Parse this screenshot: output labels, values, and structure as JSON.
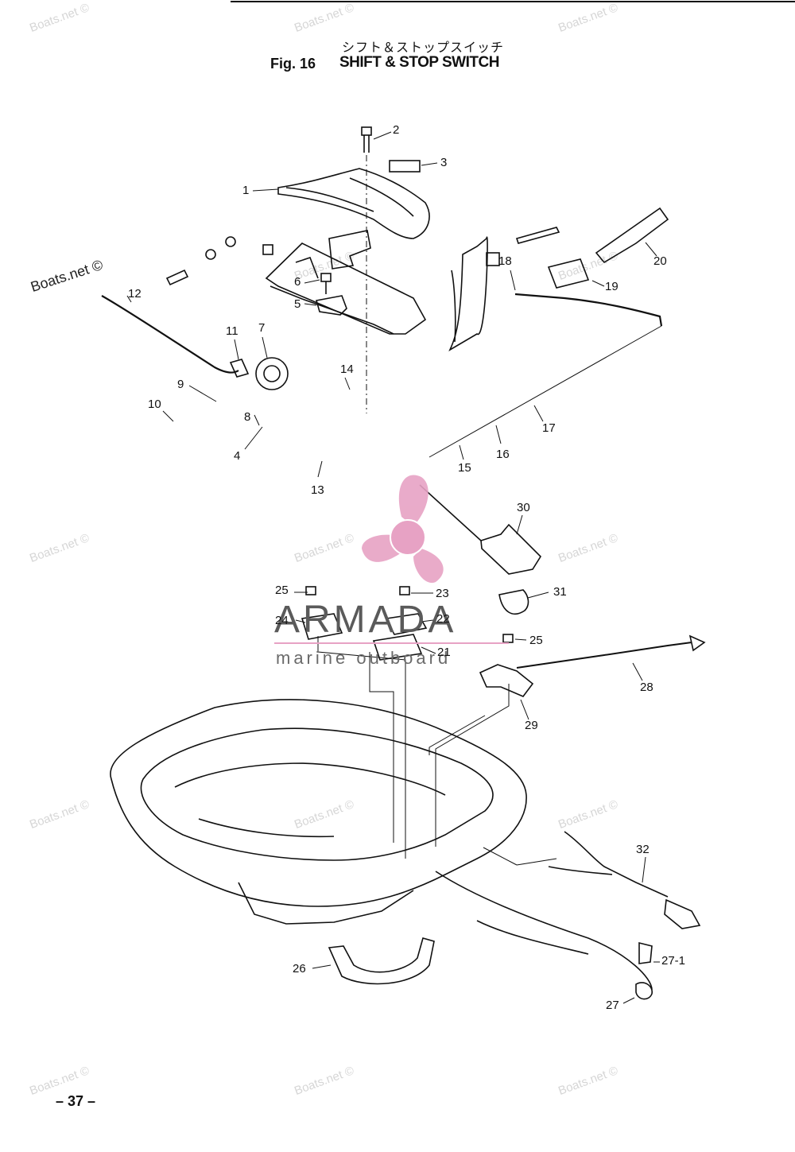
{
  "header": {
    "title_jp": "シフト＆ストップスイッチ",
    "fig_label": "Fig. 16",
    "fig_title": "SHIFT & STOP SWITCH"
  },
  "watermarks": {
    "text": "Boats.net ©",
    "color": "#d6d6d6"
  },
  "logo": {
    "brand": "ARMADA",
    "subtitle": "marine outboard",
    "accent_color": "#e7a2c4"
  },
  "callouts": {
    "c1": "1",
    "c2": "2",
    "c3": "3",
    "c4": "4",
    "c5": "5",
    "c6": "6",
    "c7": "7",
    "c8": "8",
    "c9": "9",
    "c10": "10",
    "c11": "11",
    "c12": "12",
    "c13": "13",
    "c14": "14",
    "c15": "15",
    "c16": "16",
    "c17": "17",
    "c18": "18",
    "c19": "19",
    "c20": "20",
    "c21": "21",
    "c22": "22",
    "c23": "23",
    "c24": "24",
    "c25a": "25",
    "c25b": "25",
    "c26": "26",
    "c27": "27",
    "c27_1": "27-1",
    "c28": "28",
    "c29": "29",
    "c30": "30",
    "c31": "31",
    "c32": "32"
  },
  "footer": {
    "page_number": "– 37 –"
  }
}
